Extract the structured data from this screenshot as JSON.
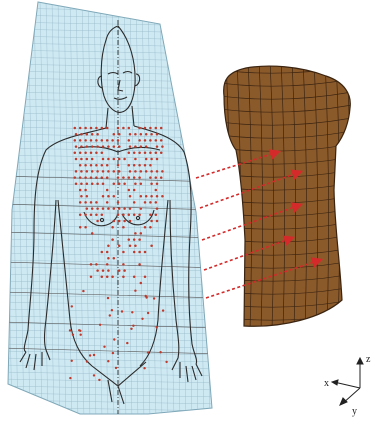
{
  "figure": {
    "description_free": true,
    "colors": {
      "sheet_fill": "#cfe9f3",
      "sheet_grid": "#8fb4c4",
      "outline": "#2b2b2b",
      "electrode": "#c0392b",
      "torso_fill": "#8b5a2b",
      "torso_mesh": "#3b2410",
      "arrow": "#d42a2a",
      "background": "#ffffff"
    },
    "axes": {
      "z_label": "z",
      "x_label": "x",
      "y_label": "y"
    },
    "arrow_count": 5
  }
}
